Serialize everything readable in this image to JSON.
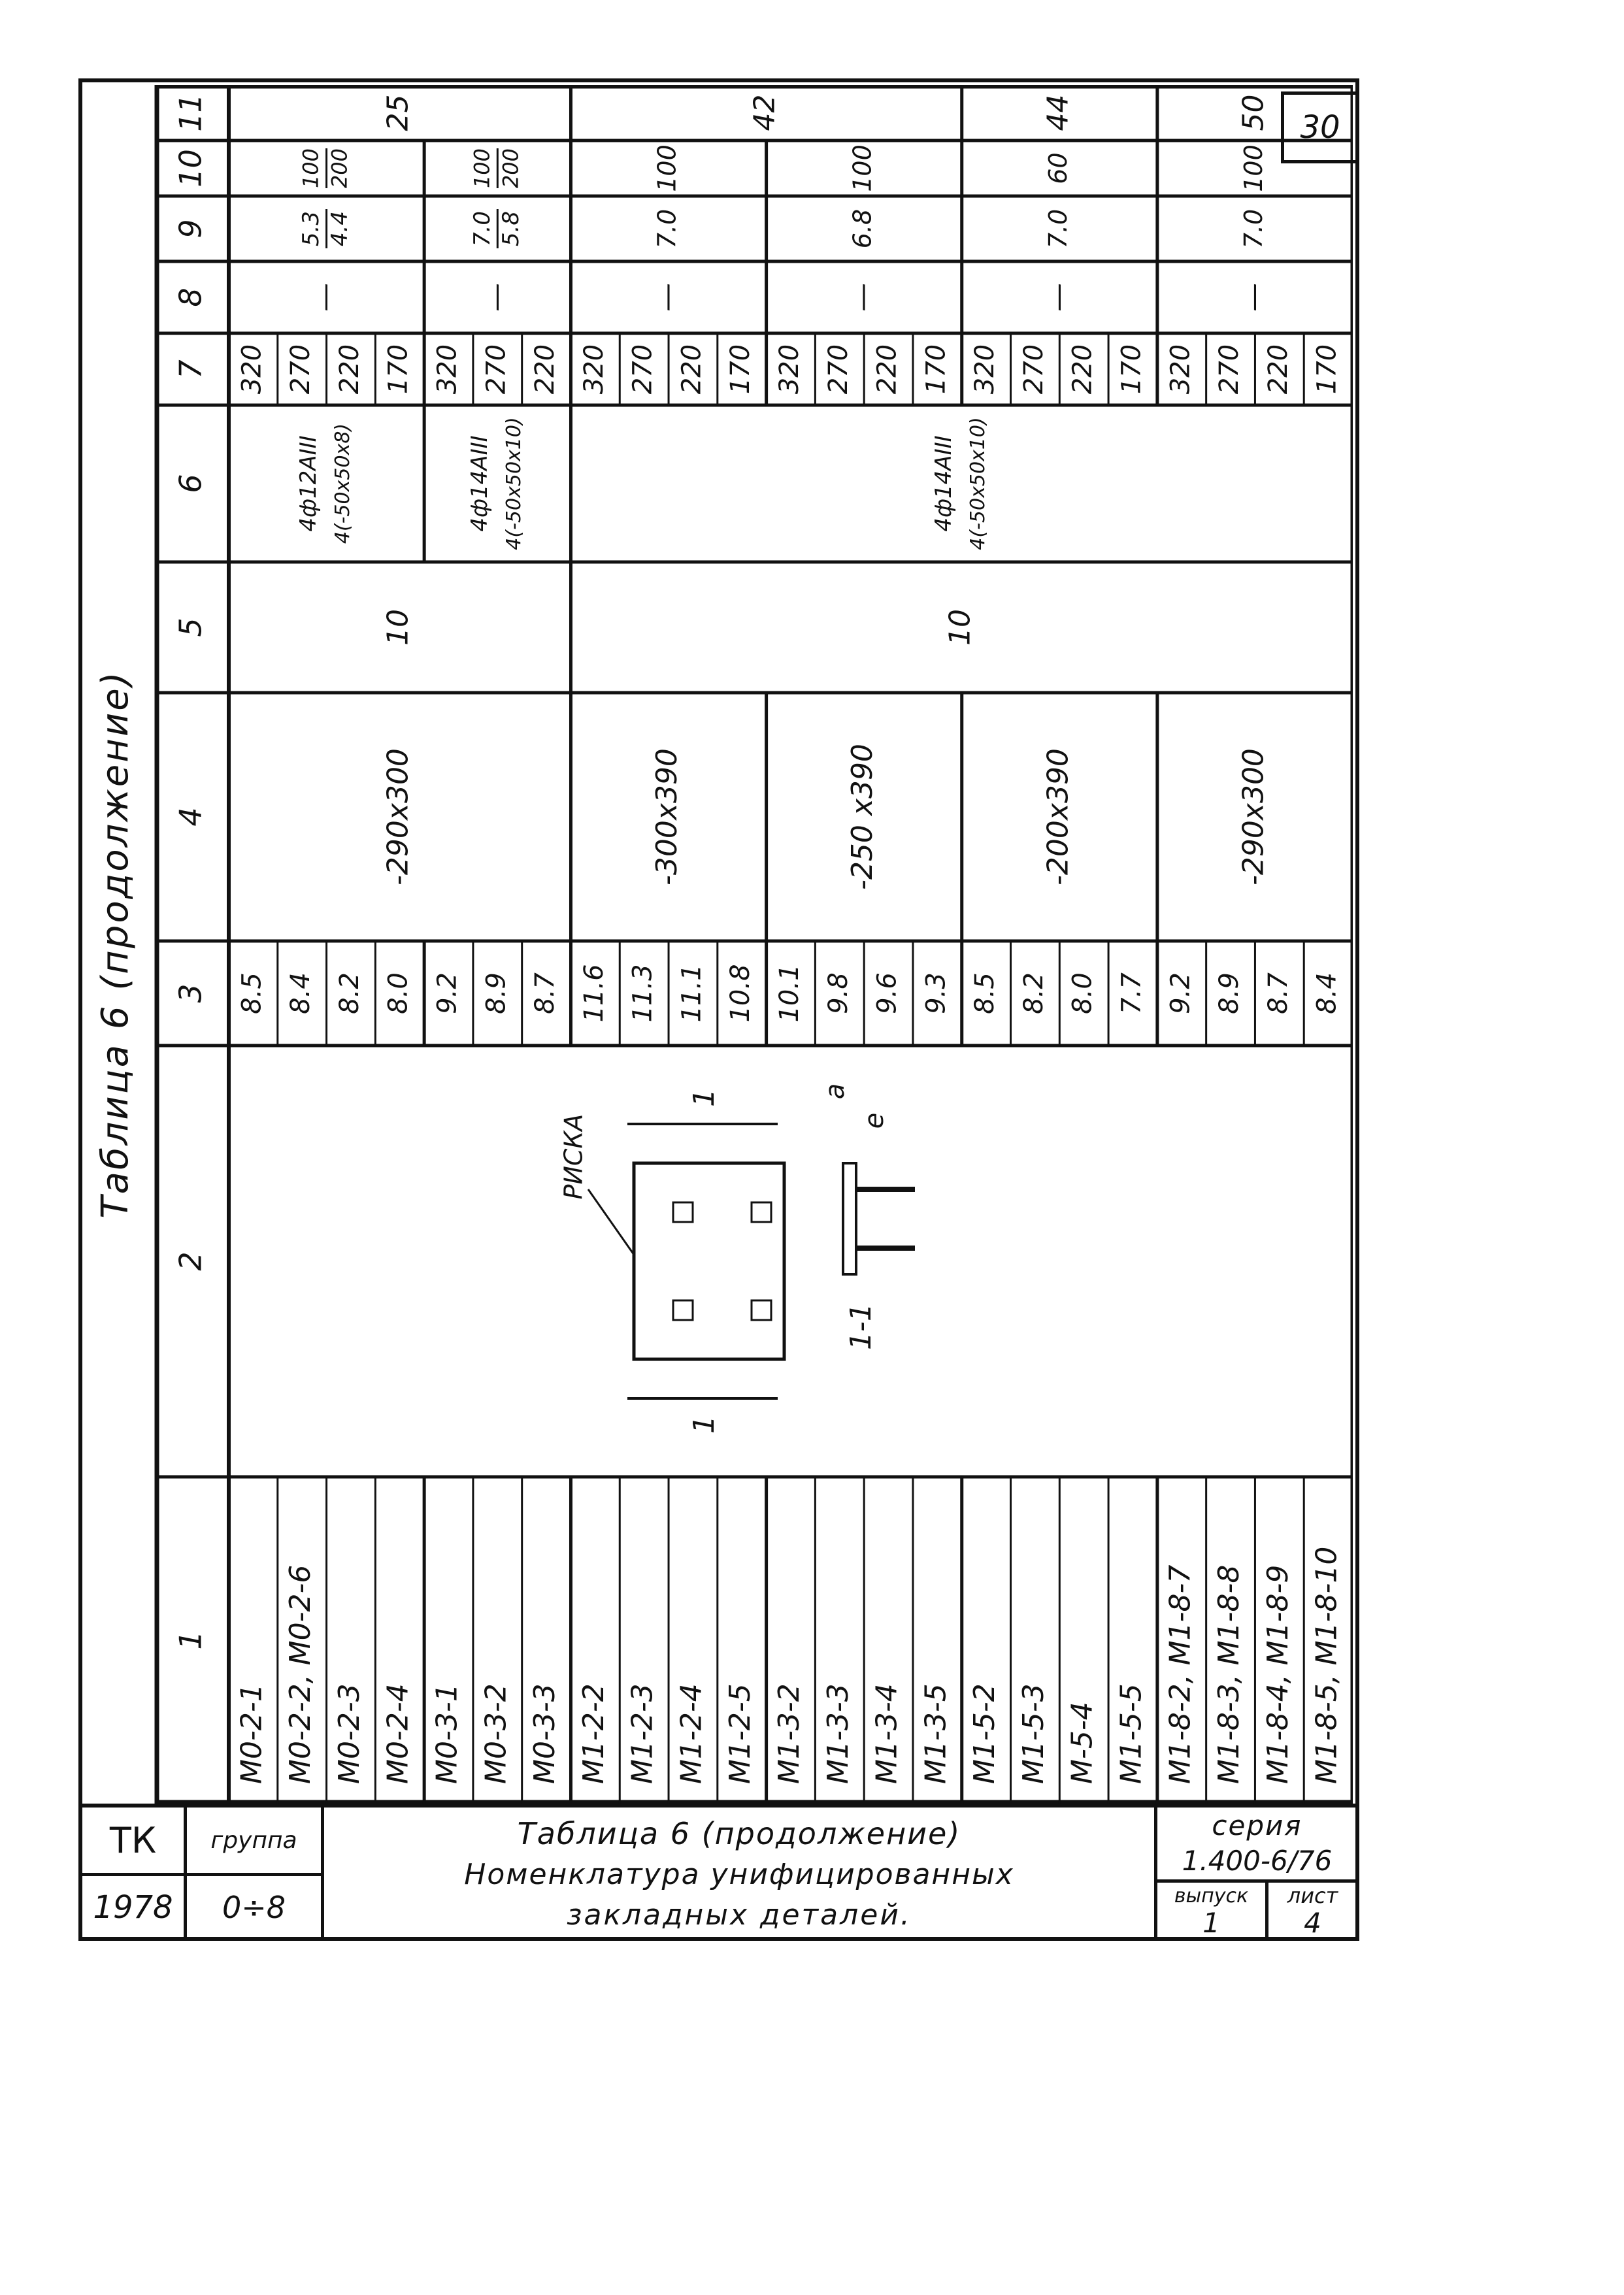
{
  "sheet_number": "30",
  "table_title": "Таблица 6 (продолжение)",
  "column_numbers": [
    "1",
    "2",
    "3",
    "4",
    "5",
    "6",
    "7",
    "8",
    "9",
    "10",
    "11"
  ],
  "groups": [
    {
      "marks": [
        "М0-2-1",
        "М0-2-2, М0-2-6",
        "М0-2-3",
        "М0-2-4"
      ],
      "col3": [
        "8.5",
        "8.4",
        "8.2",
        "8.0"
      ],
      "col7": [
        "320",
        "270",
        "220",
        "170"
      ]
    },
    {
      "marks": [
        "М0-3-1",
        "М0-3-2",
        "М0-3-3"
      ],
      "col3": [
        "9.2",
        "8.9",
        "8.7"
      ],
      "col7": [
        "320",
        "270",
        "220"
      ]
    },
    {
      "marks": [
        "М1-2-2",
        "М1-2-3",
        "М1-2-4",
        "М1-2-5"
      ],
      "col3": [
        "11.6",
        "11.3",
        "11.1",
        "10.8"
      ],
      "col7": [
        "320",
        "270",
        "220",
        "170"
      ]
    },
    {
      "marks": [
        "М1-3-2",
        "М1-3-3",
        "М1-3-4",
        "М1-3-5"
      ],
      "col3": [
        "10.1",
        "9.8",
        "9.6",
        "9.3"
      ],
      "col7": [
        "320",
        "270",
        "220",
        "170"
      ]
    },
    {
      "marks": [
        "М1-5-2",
        "М1-5-3",
        "М-5-4",
        "М1-5-5"
      ],
      "col3": [
        "8.5",
        "8.2",
        "8.0",
        "7.7"
      ],
      "col7": [
        "320",
        "270",
        "220",
        "170"
      ]
    },
    {
      "marks": [
        "М1-8-2, М1-8-7",
        "М1-8-3, М1-8-8",
        "М1-8-4, М1-8-9",
        "М1-8-5, М1-8-10"
      ],
      "col3": [
        "9.2",
        "8.9",
        "8.7",
        "8.4"
      ],
      "col7": [
        "320",
        "270",
        "220",
        "170"
      ]
    }
  ],
  "col4": [
    "-290x300",
    "-300x390",
    "-250 x390",
    "-200x390",
    "-290x300"
  ],
  "col5": [
    "10",
    "10"
  ],
  "col6": [
    {
      "l1": "4ф12АIII",
      "l2": "4(-50x50x8)"
    },
    {
      "l1": "4ф14АIII",
      "l2": "4(-50x50x10)"
    },
    {
      "l1": "4ф14АIII",
      "l2": "4(-50x50x10)"
    }
  ],
  "col8": [
    "—",
    "—",
    "—",
    "—",
    "—",
    "—"
  ],
  "col9": [
    {
      "top": "5.3",
      "bot": "4.4"
    },
    {
      "top": "7.0",
      "bot": "5.8"
    },
    {
      "top": "7.0",
      "bot": ""
    },
    {
      "top": "6.8",
      "bot": ""
    },
    {
      "top": "7.0",
      "bot": ""
    },
    {
      "top": "7.0",
      "bot": ""
    }
  ],
  "col10": [
    {
      "top": "100",
      "bot": "200"
    },
    {
      "top": "100",
      "bot": "200"
    },
    {
      "top": "100",
      "bot": ""
    },
    {
      "top": "100",
      "bot": ""
    },
    {
      "top": "60",
      "bot": ""
    },
    {
      "top": "100",
      "bot": ""
    }
  ],
  "col11": [
    "25",
    "42",
    "44",
    "50"
  ],
  "sketch": {
    "label_riska": "РИСКА",
    "label_section": "1-1",
    "label_a": "а",
    "label_e": "е",
    "cut": "1"
  },
  "stamp": {
    "org": "ТК",
    "year": "1978",
    "group_label": "группа",
    "group_value": "0÷8",
    "title_line1": "Таблица 6 (продолжение)",
    "title_line2": "Номенклатура унифицированных",
    "title_line3": "закладных деталей.",
    "series_label": "серия",
    "series_value": "1.400-6/76",
    "issue_label": "выпуск",
    "issue_value": "1",
    "sheet_label": "лист",
    "sheet_value": "4"
  }
}
